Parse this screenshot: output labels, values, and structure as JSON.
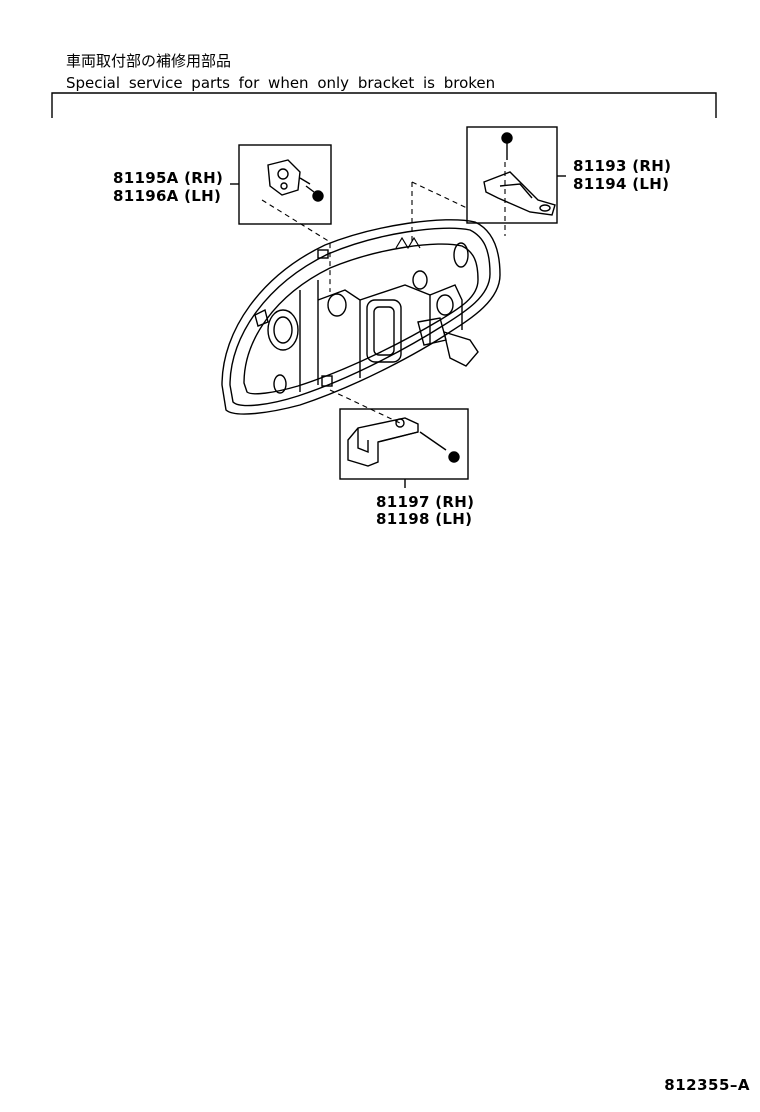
{
  "header": {
    "title_jp": "車両取付部の補修用部品",
    "title_en": "Special service parts for when only bracket is broken"
  },
  "parts": {
    "p1": {
      "rh": "81195A (RH)",
      "lh": "81196A (LH)"
    },
    "p2": {
      "rh": "81193 (RH)",
      "lh": "81194 (LH)"
    },
    "p3": {
      "rh": "81197 (RH)",
      "lh": "81198 (LH)"
    }
  },
  "illustration_number": "812355–A"
}
